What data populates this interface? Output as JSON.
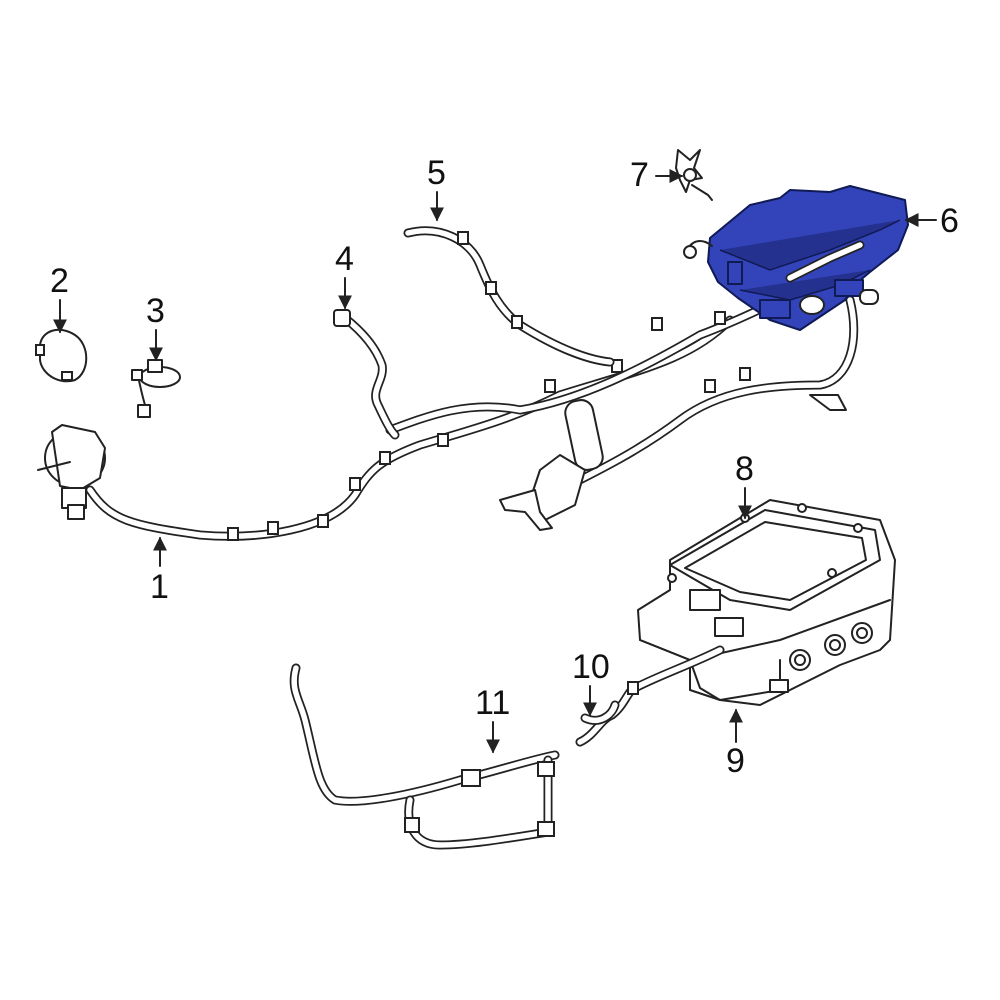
{
  "callouts": [
    {
      "id": "1",
      "label": "1"
    },
    {
      "id": "2",
      "label": "2"
    },
    {
      "id": "3",
      "label": "3"
    },
    {
      "id": "4",
      "label": "4"
    },
    {
      "id": "5",
      "label": "5"
    },
    {
      "id": "6",
      "label": "6"
    },
    {
      "id": "7",
      "label": "7"
    },
    {
      "id": "8",
      "label": "8"
    },
    {
      "id": "9",
      "label": "9"
    },
    {
      "id": "10",
      "label": "10"
    },
    {
      "id": "11",
      "label": "11"
    }
  ],
  "colors": {
    "highlight": "#3344bb",
    "line": "#222222",
    "background": "#ffffff"
  },
  "highlighted_part": "6"
}
